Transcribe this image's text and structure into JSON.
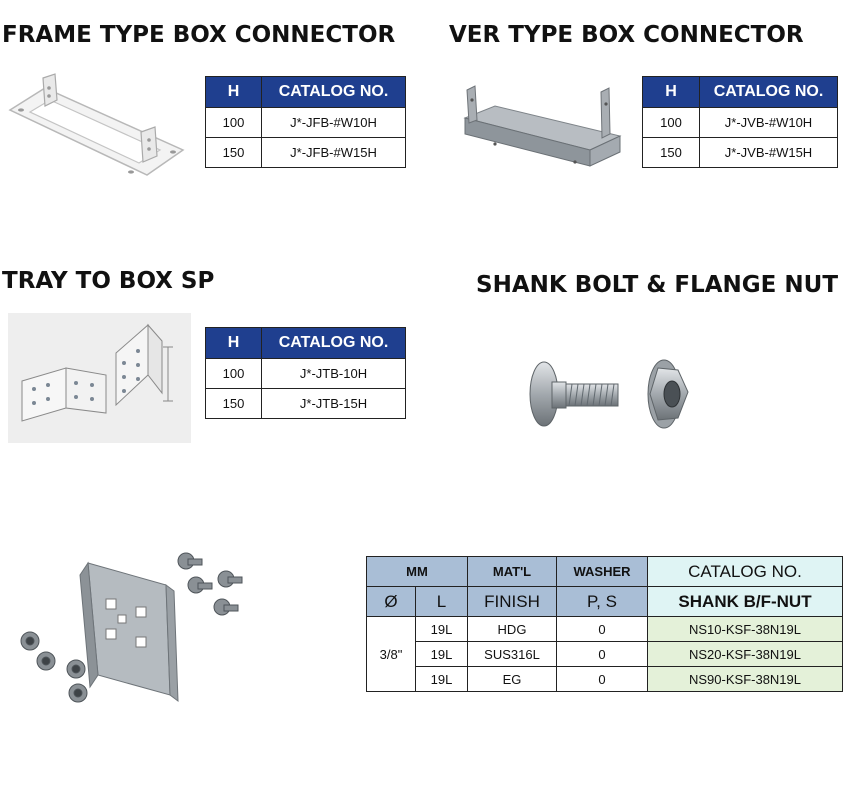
{
  "sections": [
    {
      "title": "FRAME TYPE BOX CONNECTOR",
      "table": {
        "headers": [
          "H",
          "CATALOG NO."
        ],
        "rows": [
          [
            "100",
            "J*-JFB-#W10H"
          ],
          [
            "150",
            "J*-JFB-#W15H"
          ]
        ]
      }
    },
    {
      "title": "VER TYPE BOX CONNECTOR",
      "table": {
        "headers": [
          "H",
          "CATALOG NO."
        ],
        "rows": [
          [
            "100",
            "J*-JVB-#W10H"
          ],
          [
            "150",
            "J*-JVB-#W15H"
          ]
        ]
      }
    },
    {
      "title": "TRAY TO BOX SP",
      "table": {
        "headers": [
          "H",
          "CATALOG NO."
        ],
        "rows": [
          [
            "100",
            "J*-JTB-10H"
          ],
          [
            "150",
            "J*-JTB-15H"
          ]
        ]
      }
    },
    {
      "title": "SHANK BOLT & FLANGE NUT"
    }
  ],
  "spec_table": {
    "mm": "MM",
    "diameter": "Ø",
    "length": "L",
    "mat": "MAT'L",
    "finish": "FINISH",
    "washer": "WASHER",
    "washer_sub": "P, S",
    "catalog": "CATALOG NO.",
    "catalog_sub": "SHANK B/F-NUT",
    "size": "3/8\"",
    "rows": [
      {
        "l": "19L",
        "finish": "HDG",
        "washer": "0",
        "catalog": "NS10-KSF-38N19L"
      },
      {
        "l": "19L",
        "finish": "SUS316L",
        "washer": "0",
        "catalog": "NS20-KSF-38N19L"
      },
      {
        "l": "19L",
        "finish": "EG",
        "washer": "0",
        "catalog": "NS90-KSF-38N19L"
      }
    ]
  },
  "colors": {
    "header_blue": "#1f3f8f",
    "spec_header": "#a9bed6",
    "catalog_header": "#dff4f4",
    "catalog_cell": "#e4f1d9"
  }
}
